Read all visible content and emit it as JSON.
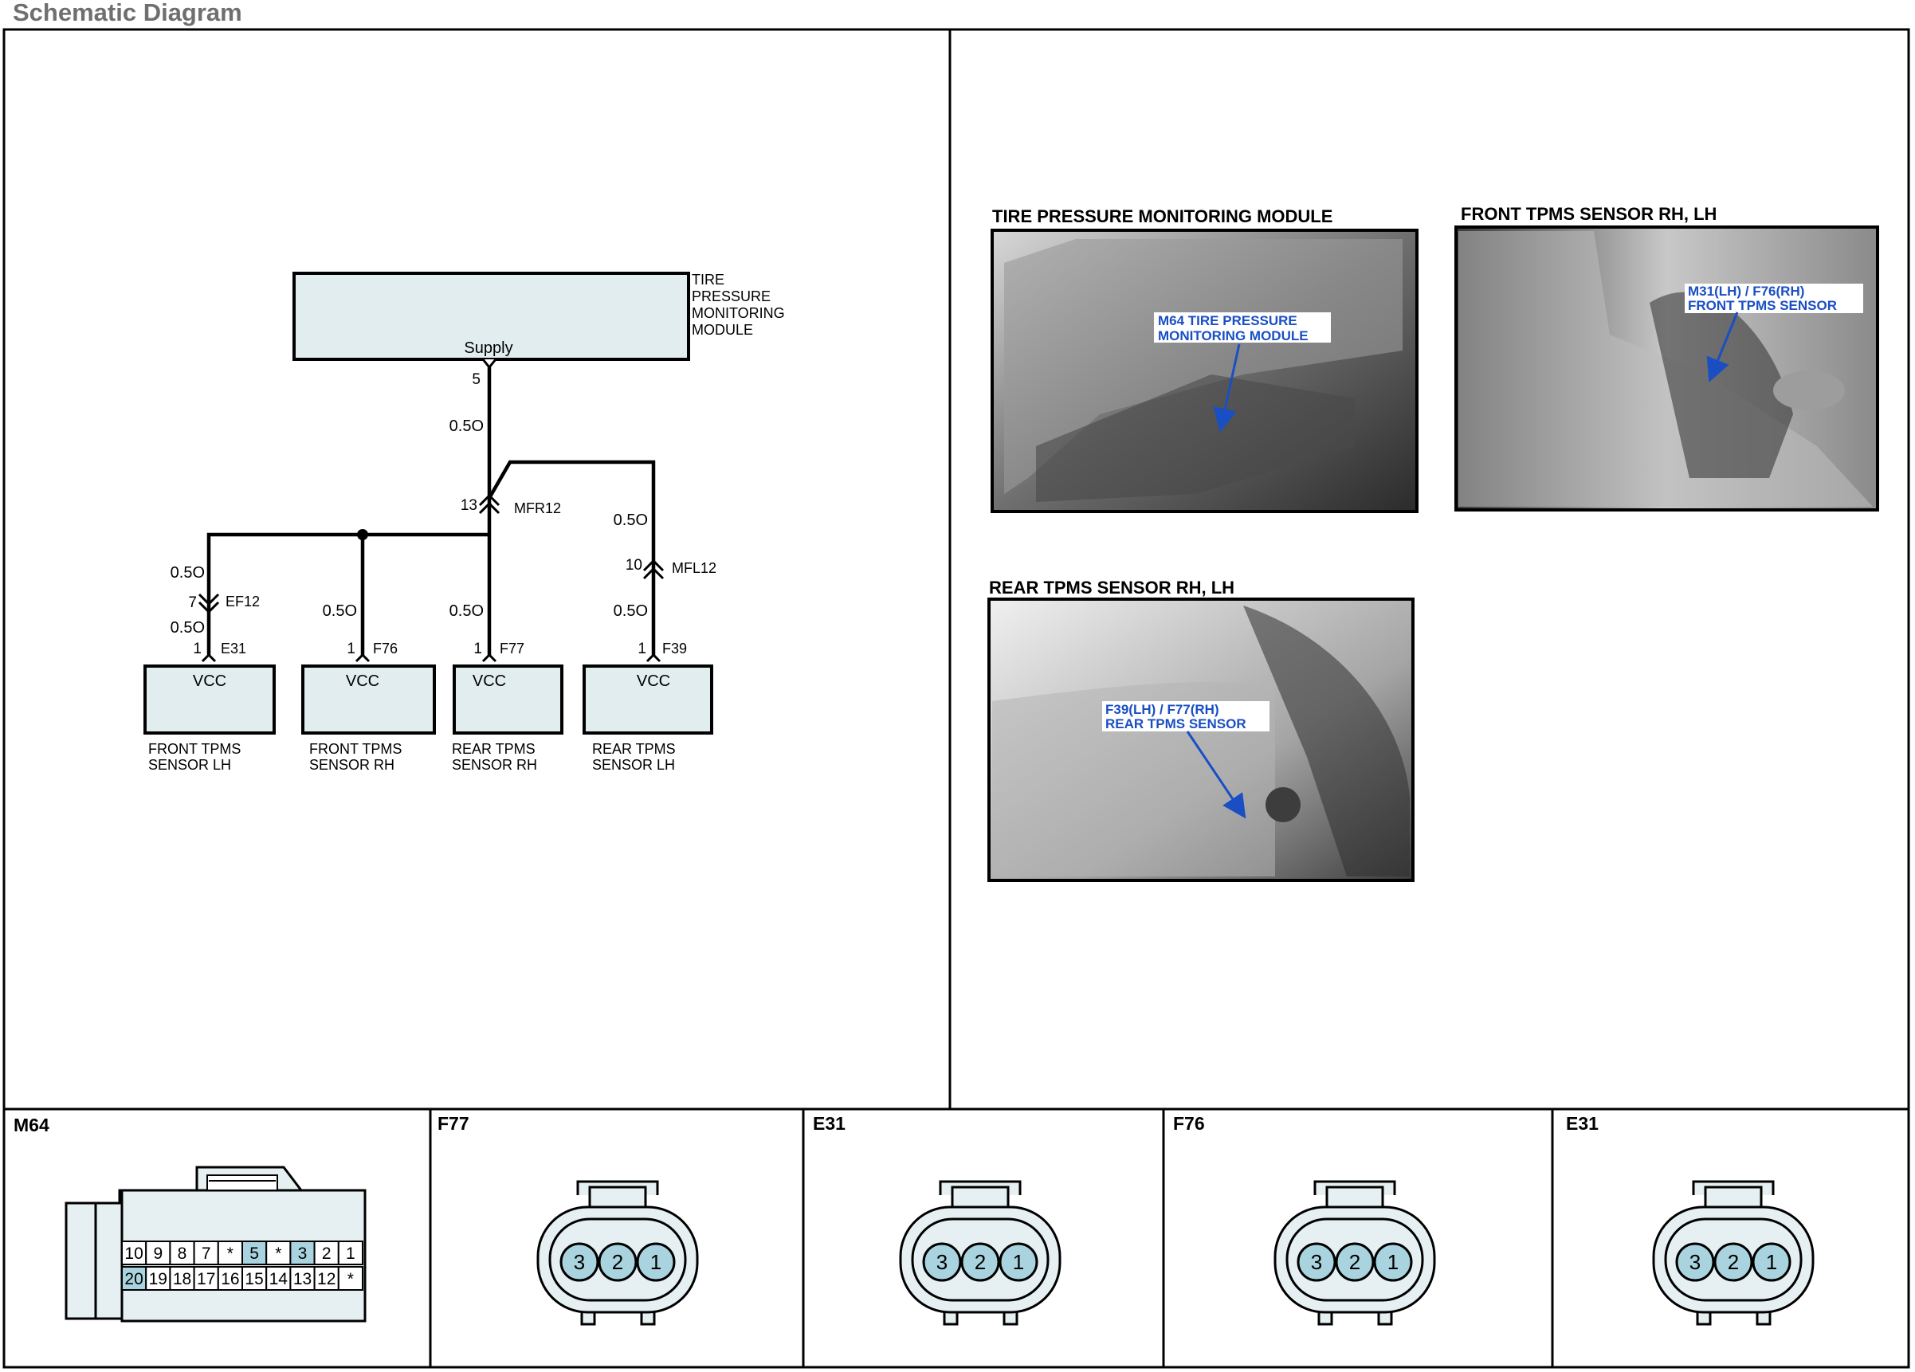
{
  "title": "Schematic Diagram",
  "module": {
    "lines": [
      "TIRE",
      "PRESSURE",
      "MONITORING",
      "MODULE"
    ],
    "pin_label": "Supply",
    "pin_number": "5",
    "wire_gauge": "0.5O"
  },
  "splice_connectors": [
    {
      "id": "MFR12",
      "pin": "13"
    },
    {
      "id": "MFL12",
      "pin": "10"
    },
    {
      "id": "EF12",
      "pin": "7"
    }
  ],
  "sensors": [
    {
      "connector": "E31",
      "pin": "1",
      "label": "VCC",
      "name_lines": [
        "FRONT TPMS",
        "SENSOR LH"
      ],
      "wire_gauges": [
        "0.5O",
        "0.5O"
      ]
    },
    {
      "connector": "F76",
      "pin": "1",
      "label": "VCC",
      "name_lines": [
        "FRONT TPMS",
        "SENSOR RH"
      ],
      "wire_gauges": [
        "0.5O"
      ]
    },
    {
      "connector": "F77",
      "pin": "1",
      "label": "VCC",
      "name_lines": [
        "REAR TPMS",
        "SENSOR RH"
      ],
      "wire_gauges": [
        "0.5O"
      ]
    },
    {
      "connector": "F39",
      "pin": "1",
      "label": "VCC",
      "name_lines": [
        "REAR TPMS",
        "SENSOR LH"
      ],
      "wire_gauges": [
        "0.5O",
        "0.5O"
      ]
    }
  ],
  "photos": [
    {
      "title": "TIRE PRESSURE MONITORING MODULE",
      "callout": [
        "M64 TIRE PRESSURE",
        "MONITORING MODULE"
      ]
    },
    {
      "title": "FRONT TPMS SENSOR RH, LH",
      "callout": [
        "M31(LH) / F76(RH)",
        "FRONT TPMS SENSOR"
      ]
    },
    {
      "title": "REAR TPMS SENSOR RH, LH",
      "callout": [
        "F39(LH) / F77(RH)",
        "REAR TPMS SENSOR"
      ]
    }
  ],
  "connector_views": [
    {
      "id": "M64",
      "top_row": [
        "10",
        "9",
        "8",
        "7",
        "*",
        "5",
        "*",
        "3",
        "2",
        "1"
      ],
      "bottom_row": [
        "20",
        "19",
        "18",
        "17",
        "16",
        "15",
        "14",
        "13",
        "12",
        "*"
      ],
      "highlighted": [
        "5",
        "3",
        "20"
      ]
    },
    {
      "id": "F77",
      "pins": [
        "3",
        "2",
        "1"
      ]
    },
    {
      "id": "E31",
      "pins": [
        "3",
        "2",
        "1"
      ]
    },
    {
      "id": "F76",
      "pins": [
        "3",
        "2",
        "1"
      ]
    },
    {
      "id": "E31",
      "pins": [
        "3",
        "2",
        "1"
      ]
    }
  ],
  "colors": {
    "box_fill": "#e1edef",
    "pin_fill": "#a9d3de",
    "callout_text": "#1a4fc4",
    "title_gray": "#6f6f6f"
  }
}
